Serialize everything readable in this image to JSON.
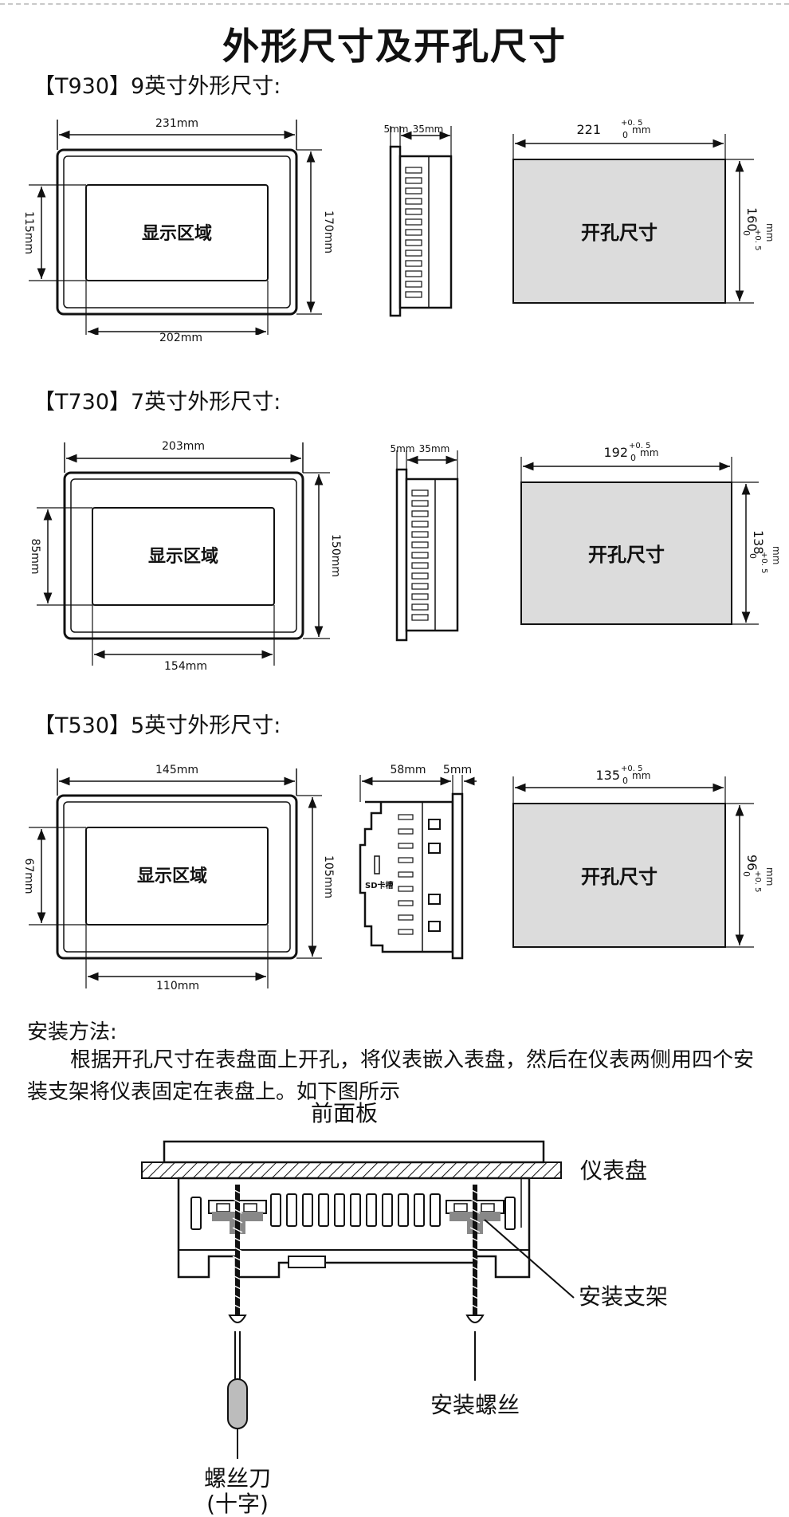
{
  "page": {
    "title": "外形尺寸及开孔尺寸"
  },
  "models": [
    {
      "heading": "【T930】9英寸外形尺寸:",
      "front": {
        "width": "231mm",
        "height": "170mm",
        "display_height": "115mm",
        "display_width": "202mm",
        "display_label": "显示区域"
      },
      "side": {
        "bezel": "5mm",
        "depth": "35mm"
      },
      "cutout": {
        "width_base": "221",
        "width_tol_upper": "+0. 5",
        "width_tol_lower": "0",
        "width_unit": "mm",
        "height_base": "160",
        "height_tol_upper": "+0. 5",
        "height_tol_lower": "0",
        "height_unit": "mm",
        "label": "开孔尺寸"
      }
    },
    {
      "heading": "【T730】7英寸外形尺寸:",
      "front": {
        "width": "203mm",
        "height": "150mm",
        "display_height": "85mm",
        "display_width": "154mm",
        "display_label": "显示区域"
      },
      "side": {
        "bezel": "5mm",
        "depth": "35mm"
      },
      "cutout": {
        "width_base": "192",
        "width_tol_upper": "+0. 5",
        "width_tol_lower": "0",
        "width_unit": "mm",
        "height_base": "138",
        "height_tol_upper": "+0. 5",
        "height_tol_lower": "0",
        "height_unit": "mm",
        "label": "开孔尺寸"
      }
    },
    {
      "heading": "【T530】5英寸外形尺寸:",
      "front": {
        "width": "145mm",
        "height": "105mm",
        "display_height": "67mm",
        "display_width": "110mm",
        "display_label": "显示区域"
      },
      "side": {
        "depth": "58mm",
        "bezel": "5mm",
        "sd_label": "SD卡槽"
      },
      "cutout": {
        "width_base": "135",
        "width_tol_upper": "+0. 5",
        "width_tol_lower": "0",
        "width_unit": "mm",
        "height_base": "96",
        "height_tol_upper": "+0. 5",
        "height_tol_lower": "0",
        "height_unit": "mm",
        "label": "开孔尺寸"
      }
    }
  ],
  "mounting": {
    "title": "安装方法:",
    "description": "根据开孔尺寸在表盘面上开孔，将仪表嵌入表盘，然后在仪表两侧用四个安装支架将仪表固定在表盘上。如下图所示",
    "labels": {
      "front_panel": "前面板",
      "instrument_panel": "仪表盘",
      "bracket": "安装支架",
      "screw": "安装螺丝",
      "screwdriver": "螺丝刀",
      "screwdriver_type": "(十字)"
    }
  }
}
